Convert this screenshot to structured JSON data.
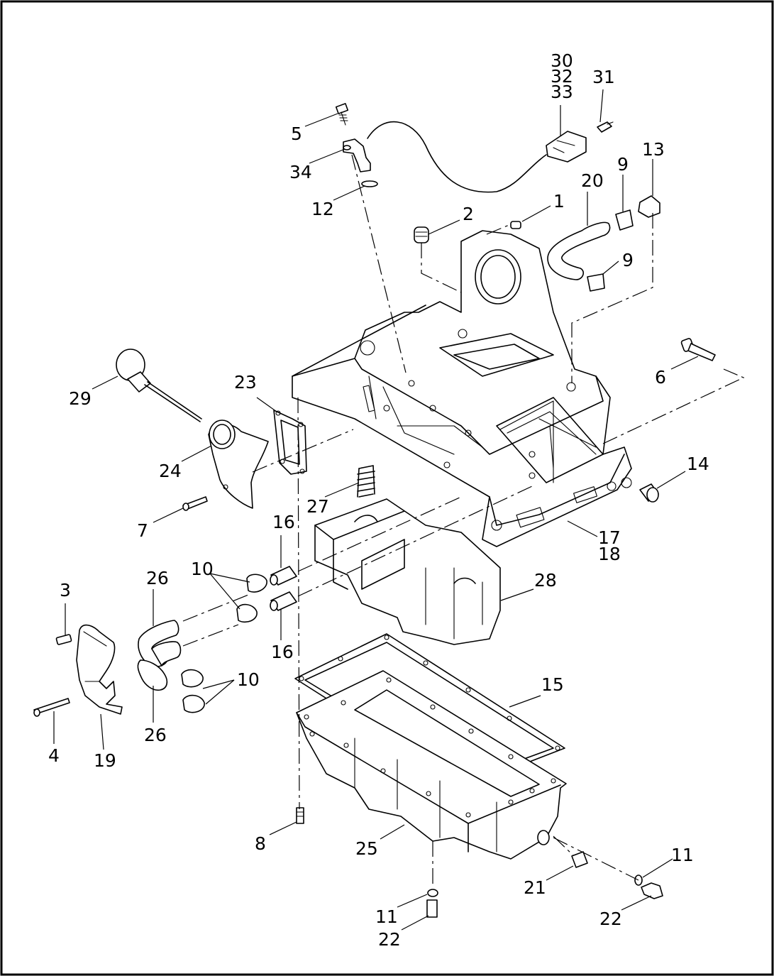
{
  "diagram": {
    "callouts": {
      "c1": "1",
      "c2": "2",
      "c3": "3",
      "c4": "4",
      "c5": "5",
      "c6": "6",
      "c7": "7",
      "c8": "8",
      "c9a": "9",
      "c9b": "9",
      "c10a": "10",
      "c10b": "10",
      "c11a": "11",
      "c11b": "11",
      "c12": "12",
      "c13": "13",
      "c14": "14",
      "c15": "15",
      "c16a": "16",
      "c16b": "16",
      "c17": "17",
      "c18": "18",
      "c19": "19",
      "c20": "20",
      "c21": "21",
      "c22a": "22",
      "c22b": "22",
      "c23": "23",
      "c24": "24",
      "c25": "25",
      "c26a": "26",
      "c26b": "26",
      "c27": "27",
      "c28": "28",
      "c29": "29",
      "c30": "30",
      "c31": "31",
      "c32": "32",
      "c33": "33",
      "c34": "34"
    }
  }
}
